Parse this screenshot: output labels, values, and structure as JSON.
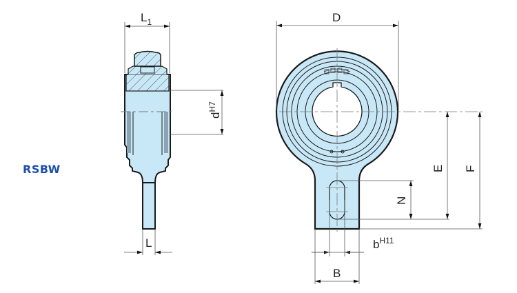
{
  "product": {
    "code": "RSBW",
    "code_color": "#1f4fa8"
  },
  "drawing": {
    "fill_color": "#c9e8f7",
    "outline_color": "#1a1a1a",
    "dimension_line_color": "#555555"
  },
  "side_view": {
    "dimensions": {
      "width_top": {
        "label": "L",
        "subscript": "1"
      },
      "bore": {
        "label": "d",
        "superscript": "H7"
      },
      "stem_width": {
        "label": "L"
      }
    }
  },
  "front_view": {
    "dimensions": {
      "diameter": {
        "label": "D"
      },
      "center_to_slot_end": {
        "label": "E"
      },
      "center_to_arm_end": {
        "label": "F"
      },
      "slot_length": {
        "label": "N"
      },
      "slot_width": {
        "label": "b",
        "superscript": "H11"
      },
      "arm_width": {
        "label": "B"
      }
    }
  }
}
